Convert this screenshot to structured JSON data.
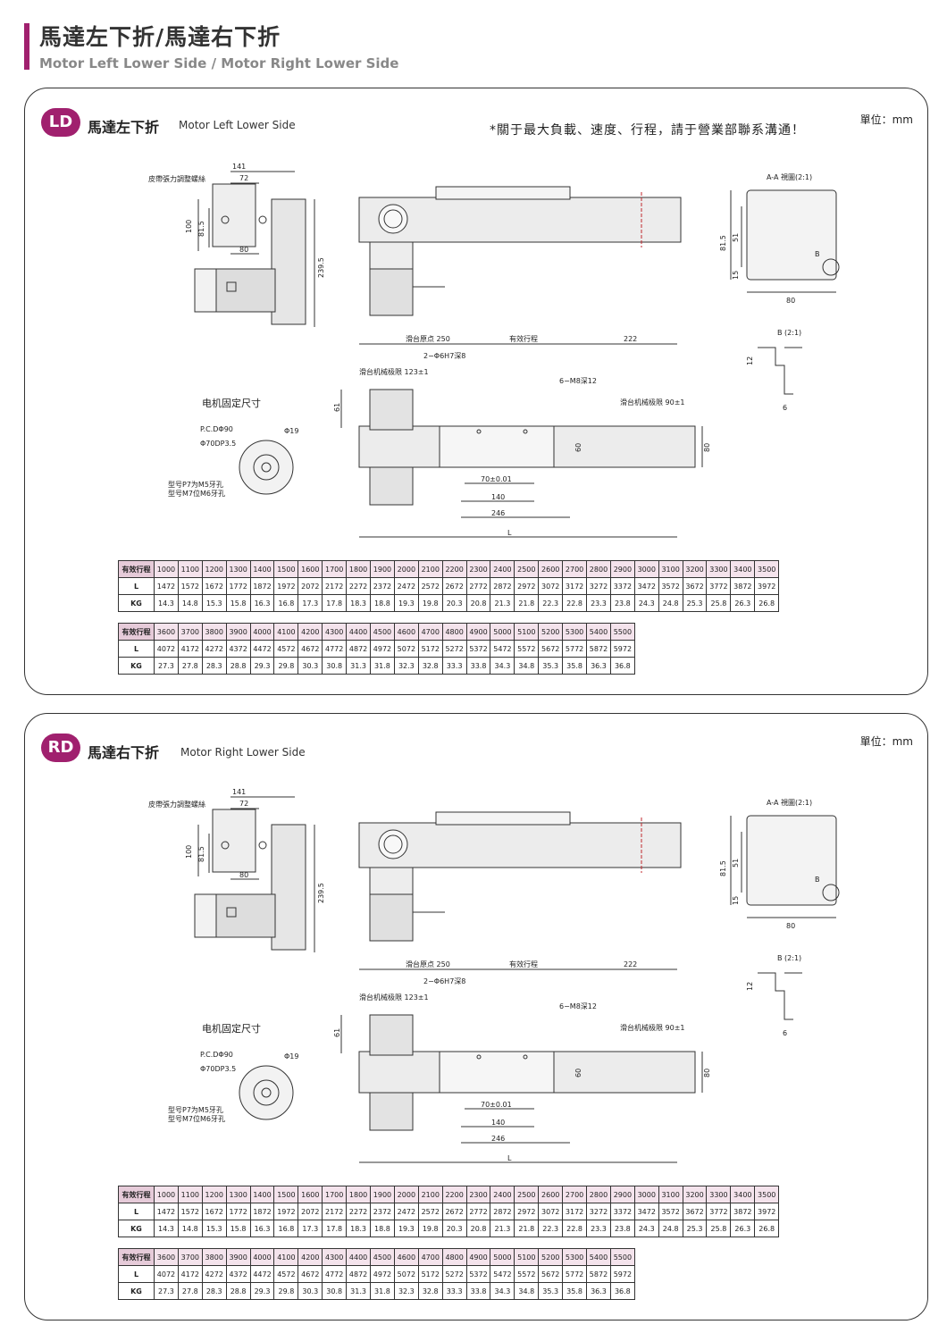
{
  "header": {
    "title_cn": "馬達左下折/馬達右下折",
    "title_en": "Motor Left Lower Side / Motor Right Lower Side"
  },
  "colors": {
    "accent": "#a0206e",
    "table_header": "#f4e3ec"
  },
  "unit_label": "單位：mm",
  "sections": [
    {
      "badge": "LD",
      "title_cn": "馬達左下折",
      "title_en": "Motor Left Lower Side",
      "note": "*關于最大負載、速度、行程，請于營業部聯系溝通！",
      "show_note": true,
      "labels": {
        "belt": "皮帶張力調整螺絲",
        "motor_mount": "电机固定尺寸",
        "pcd": "P.C.DΦ90",
        "phi19": "Φ19",
        "phi70": "Φ70DP3.5",
        "model1": "型号P7为M5牙孔",
        "model2": "型号M7位M6牙孔",
        "origin": "滑台原点 250",
        "stroke": "有效行程",
        "hole": "2−Φ6H7深8",
        "limit_l": "滑台机械极限 123±1",
        "m8": "6−M8深12",
        "limit_r": "滑台机械极限 90±1",
        "aa_view": "A-A 視圖(2:1)",
        "b_view": "B (2:1)",
        "b": "B",
        "d141": "141",
        "d72": "72",
        "d80": "80",
        "d100": "100",
        "d815": "81.5",
        "d2395": "239.5",
        "d222": "222",
        "d61": "61",
        "d60": "60",
        "d70": "70±0.01",
        "d140": "140",
        "d246": "246",
        "dL": "L",
        "d51": "51",
        "d15": "15",
        "d12": "12",
        "d6": "6"
      },
      "table1": {
        "header_label": "有效行程",
        "strokes": [
          "1000",
          "1100",
          "1200",
          "1300",
          "1400",
          "1500",
          "1600",
          "1700",
          "1800",
          "1900",
          "2000",
          "2100",
          "2200",
          "2300",
          "2400",
          "2500",
          "2600",
          "2700",
          "2800",
          "2900",
          "3000",
          "3100",
          "3200",
          "3300",
          "3400",
          "3500"
        ],
        "L_label": "L",
        "L": [
          "1472",
          "1572",
          "1672",
          "1772",
          "1872",
          "1972",
          "2072",
          "2172",
          "2272",
          "2372",
          "2472",
          "2572",
          "2672",
          "2772",
          "2872",
          "2972",
          "3072",
          "3172",
          "3272",
          "3372",
          "3472",
          "3572",
          "3672",
          "3772",
          "3872",
          "3972"
        ],
        "KG_label": "KG",
        "KG": [
          "14.3",
          "14.8",
          "15.3",
          "15.8",
          "16.3",
          "16.8",
          "17.3",
          "17.8",
          "18.3",
          "18.8",
          "19.3",
          "19.8",
          "20.3",
          "20.8",
          "21.3",
          "21.8",
          "22.3",
          "22.8",
          "23.3",
          "23.8",
          "24.3",
          "24.8",
          "25.3",
          "25.8",
          "26.3",
          "26.8"
        ]
      },
      "table2": {
        "header_label": "有效行程",
        "strokes": [
          "3600",
          "3700",
          "3800",
          "3900",
          "4000",
          "4100",
          "4200",
          "4300",
          "4400",
          "4500",
          "4600",
          "4700",
          "4800",
          "4900",
          "5000",
          "5100",
          "5200",
          "5300",
          "5400",
          "5500"
        ],
        "L_label": "L",
        "L": [
          "4072",
          "4172",
          "4272",
          "4372",
          "4472",
          "4572",
          "4672",
          "4772",
          "4872",
          "4972",
          "5072",
          "5172",
          "5272",
          "5372",
          "5472",
          "5572",
          "5672",
          "5772",
          "5872",
          "5972"
        ],
        "KG_label": "KG",
        "KG": [
          "27.3",
          "27.8",
          "28.3",
          "28.8",
          "29.3",
          "29.8",
          "30.3",
          "30.8",
          "31.3",
          "31.8",
          "32.3",
          "32.8",
          "33.3",
          "33.8",
          "34.3",
          "34.8",
          "35.3",
          "35.8",
          "36.3",
          "36.8"
        ]
      }
    },
    {
      "badge": "RD",
      "title_cn": "馬達右下折",
      "title_en": "Motor Right Lower Side",
      "note": "",
      "show_note": false,
      "labels": {
        "belt": "皮帶張力調整螺絲",
        "motor_mount": "电机固定尺寸",
        "pcd": "P.C.DΦ90",
        "phi19": "Φ19",
        "phi70": "Φ70DP3.5",
        "model1": "型号P7为M5牙孔",
        "model2": "型号M7位M6牙孔",
        "origin": "滑台原点 250",
        "stroke": "有效行程",
        "hole": "2−Φ6H7深8",
        "limit_l": "滑台机械极限 123±1",
        "m8": "6−M8深12",
        "limit_r": "滑台机械极限 90±1",
        "aa_view": "A-A 視圖(2:1)",
        "b_view": "B (2:1)",
        "b": "B",
        "d141": "141",
        "d72": "72",
        "d80": "80",
        "d100": "100",
        "d815": "81.5",
        "d2395": "239.5",
        "d222": "222",
        "d61": "61",
        "d60": "60",
        "d70": "70±0.01",
        "d140": "140",
        "d246": "246",
        "dL": "L",
        "d51": "51",
        "d15": "15",
        "d12": "12",
        "d6": "6"
      },
      "table1": {
        "header_label": "有效行程",
        "strokes": [
          "1000",
          "1100",
          "1200",
          "1300",
          "1400",
          "1500",
          "1600",
          "1700",
          "1800",
          "1900",
          "2000",
          "2100",
          "2200",
          "2300",
          "2400",
          "2500",
          "2600",
          "2700",
          "2800",
          "2900",
          "3000",
          "3100",
          "3200",
          "3300",
          "3400",
          "3500"
        ],
        "L_label": "L",
        "L": [
          "1472",
          "1572",
          "1672",
          "1772",
          "1872",
          "1972",
          "2072",
          "2172",
          "2272",
          "2372",
          "2472",
          "2572",
          "2672",
          "2772",
          "2872",
          "2972",
          "3072",
          "3172",
          "3272",
          "3372",
          "3472",
          "3572",
          "3672",
          "3772",
          "3872",
          "3972"
        ],
        "KG_label": "KG",
        "KG": [
          "14.3",
          "14.8",
          "15.3",
          "15.8",
          "16.3",
          "16.8",
          "17.3",
          "17.8",
          "18.3",
          "18.8",
          "19.3",
          "19.8",
          "20.3",
          "20.8",
          "21.3",
          "21.8",
          "22.3",
          "22.8",
          "23.3",
          "23.8",
          "24.3",
          "24.8",
          "25.3",
          "25.8",
          "26.3",
          "26.8"
        ]
      },
      "table2": {
        "header_label": "有效行程",
        "strokes": [
          "3600",
          "3700",
          "3800",
          "3900",
          "4000",
          "4100",
          "4200",
          "4300",
          "4400",
          "4500",
          "4600",
          "4700",
          "4800",
          "4900",
          "5000",
          "5100",
          "5200",
          "5300",
          "5400",
          "5500"
        ],
        "L_label": "L",
        "L": [
          "4072",
          "4172",
          "4272",
          "4372",
          "4472",
          "4572",
          "4672",
          "4772",
          "4872",
          "4972",
          "5072",
          "5172",
          "5272",
          "5372",
          "5472",
          "5572",
          "5672",
          "5772",
          "5872",
          "5972"
        ],
        "KG_label": "KG",
        "KG": [
          "27.3",
          "27.8",
          "28.3",
          "28.8",
          "29.3",
          "29.8",
          "30.3",
          "30.8",
          "31.3",
          "31.8",
          "32.3",
          "32.8",
          "33.3",
          "33.8",
          "34.3",
          "34.8",
          "35.3",
          "35.8",
          "36.3",
          "36.8"
        ]
      }
    }
  ]
}
